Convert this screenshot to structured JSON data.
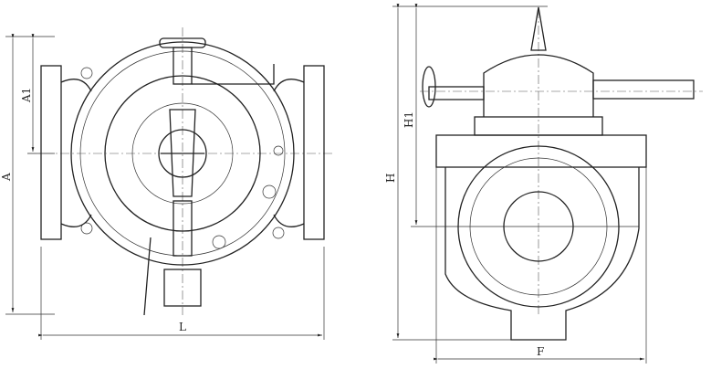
{
  "front_view": {
    "dim_A": "A",
    "dim_A1": "A1",
    "dim_L": "L"
  },
  "side_view": {
    "dim_H": "H",
    "dim_H1": "H1",
    "dim_F": "F"
  }
}
